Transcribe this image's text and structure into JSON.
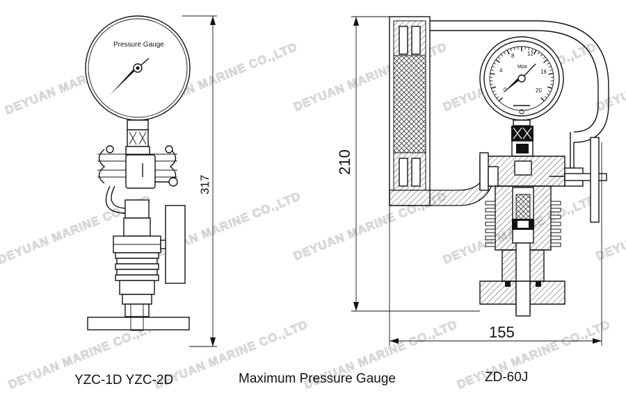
{
  "captions": {
    "left": "YZC-1D YZC-2D",
    "middle": "Maximum Pressure Gauge",
    "right": "ZD-60J"
  },
  "left_gauge": {
    "dial_label": "Pressure Gauge",
    "height_dimension": "317"
  },
  "right_gauge": {
    "unit": "Mpa",
    "scale_labels": [
      "0",
      "4",
      "8",
      "12",
      "16",
      "20"
    ],
    "height_dimension": "210",
    "width_dimension": "155"
  },
  "watermark": "DEYUAN MARINE CO.,LTD"
}
